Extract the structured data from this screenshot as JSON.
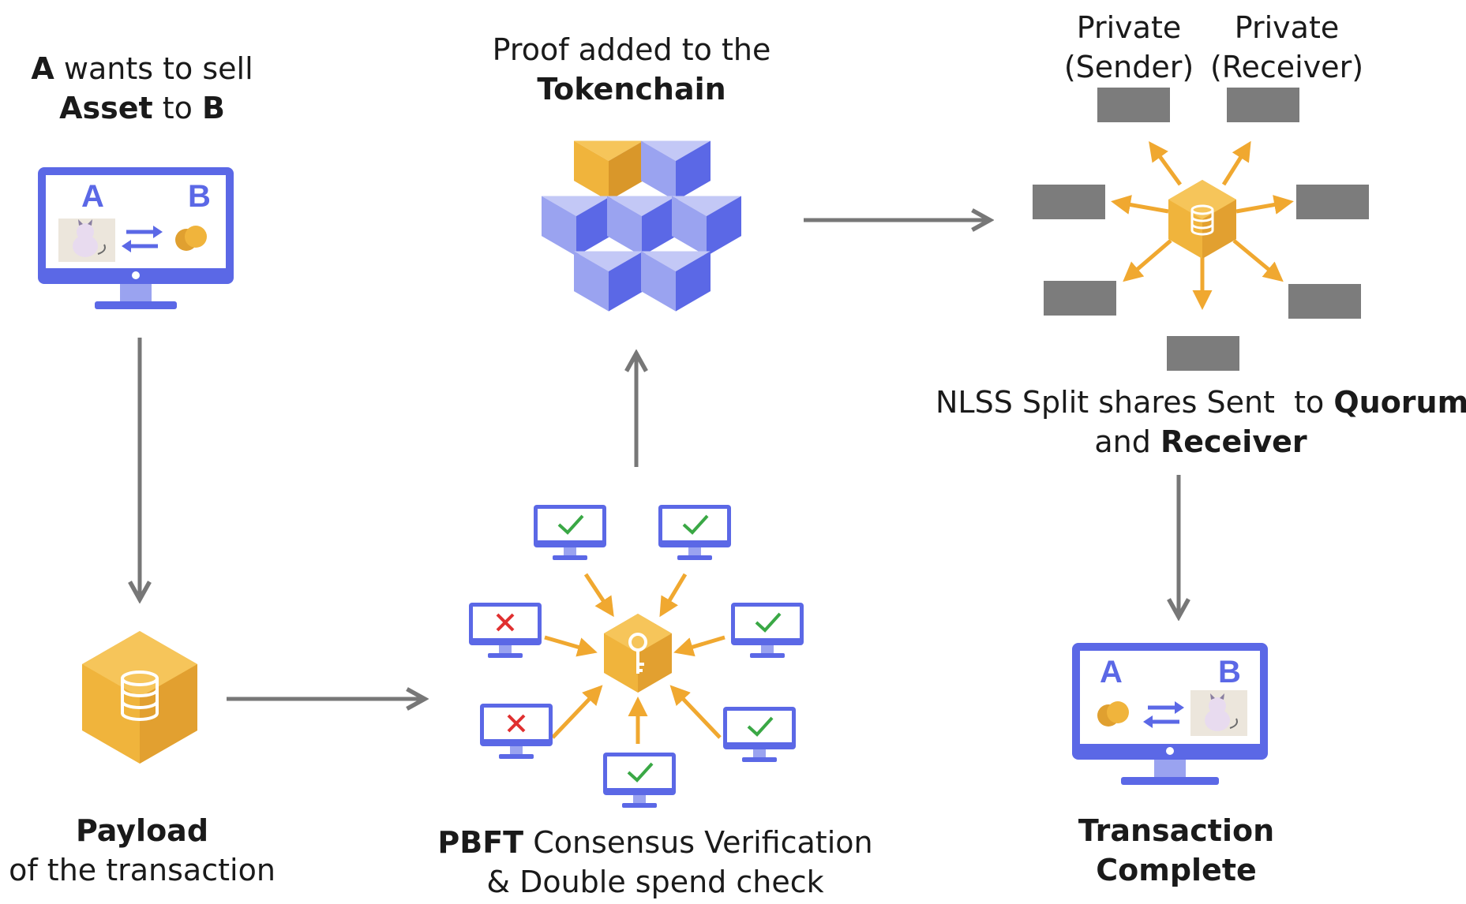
{
  "colors": {
    "purple": "#5b68e6",
    "purple_light": "#9aa3f0",
    "purple_pale": "#c3c8f6",
    "gold": "#f0b43c",
    "gold_dark": "#d9972a",
    "arrow_gray": "#777777",
    "arrow_orange": "#f0a830",
    "check_green": "#3aa845",
    "cross_red": "#e03030",
    "node_gray": "#7c7c7c"
  },
  "step1": {
    "line1_bold": "A",
    "line1_rest": " wants to sell",
    "line2_bold1": "Asset",
    "line2_mid": " to ",
    "line2_bold2": "B",
    "monitor_label_a": "A",
    "monitor_label_b": "B"
  },
  "step2": {
    "title": "Payload",
    "subtitle": "of the transaction"
  },
  "step3": {
    "line1_bold": "PBFT",
    "line1_rest": " Consensus Verification",
    "line2": "& Double spend check",
    "validators": [
      "check",
      "check",
      "cross",
      "check",
      "cross",
      "check",
      "check"
    ]
  },
  "step4": {
    "line1": "Proof added to the",
    "line2_bold": "Tokenchain"
  },
  "step5": {
    "private_sender_line1": "Private",
    "private_sender_line2": "(Sender)",
    "private_receiver_line1": "Private",
    "private_receiver_line2": "(Receiver)",
    "line1_rest": "NLSS Split shares Sent  to ",
    "line1_bold": "Quorum",
    "line2_rest": "and ",
    "line2_bold": "Receiver"
  },
  "step6": {
    "line1": "Transaction",
    "line2": "Complete",
    "monitor_label_a": "A",
    "monitor_label_b": "B"
  }
}
